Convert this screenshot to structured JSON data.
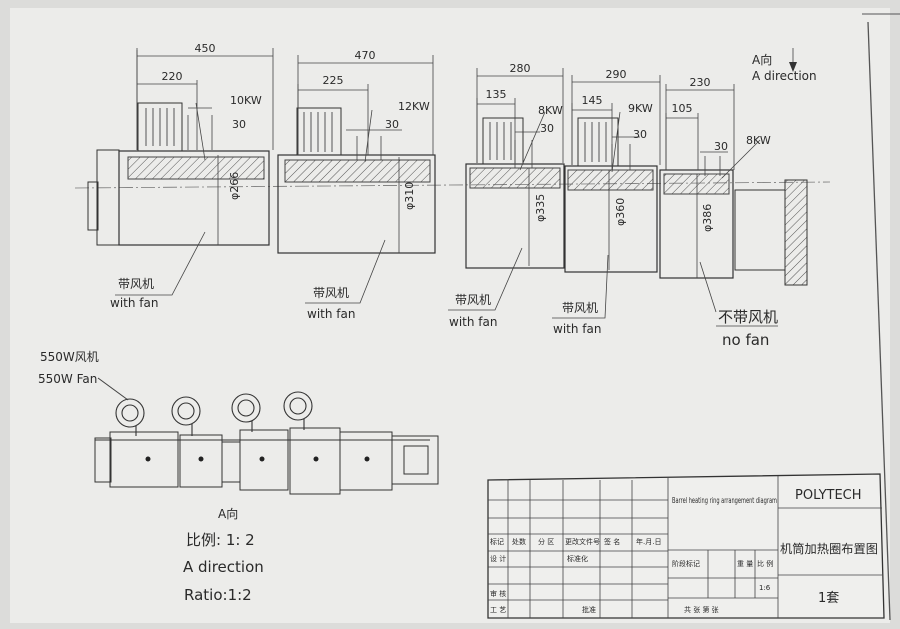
{
  "drawing": {
    "direction_marker": {
      "cn": "A向",
      "en": "A direction"
    },
    "heaters": [
      {
        "total": "450",
        "offset": "220",
        "power": "10KW",
        "gap": "30",
        "diameter": "φ266"
      },
      {
        "total": "470",
        "offset": "225",
        "power": "12KW",
        "gap": "30",
        "diameter": "φ310"
      },
      {
        "total": "280",
        "offset": "135",
        "power": "8KW",
        "gap": "30",
        "diameter": "φ335"
      },
      {
        "total": "290",
        "offset": "145",
        "power": "9KW",
        "gap": "30",
        "diameter": "φ360"
      },
      {
        "total": "230",
        "offset": "105",
        "power": "8KW",
        "gap": "30",
        "diameter": "φ386"
      }
    ],
    "fan_labels": [
      {
        "cn": "带风机",
        "en": "with fan"
      },
      {
        "cn": "带风机",
        "en": "with fan"
      },
      {
        "cn": "带风机",
        "en": "with fan"
      },
      {
        "cn": "带风机",
        "en": "with fan"
      },
      {
        "cn": "不带风机",
        "en": "no fan"
      }
    ],
    "fan_callout": {
      "cn": "550W风机",
      "en": "550W Fan"
    },
    "view_label": {
      "cn": "A向",
      "ratio_cn": "比例: 1: 2",
      "en": "A direction",
      "ratio_en": "Ratio:1:2"
    }
  },
  "title_block": {
    "company": "POLYTECH",
    "title_en": "Barrel heating ring arrangement diagram",
    "title_cn": "机筒加热圈布置图",
    "quantity": "1套",
    "row_labels": [
      "标记",
      "处数",
      "分 区",
      "更改文件号",
      "签 名",
      "年.月.日"
    ],
    "design": "设 计",
    "std_check": "标准化",
    "check": "审 核",
    "process": "工 艺",
    "approve": "批准",
    "stage_mark": "阶段标记",
    "weight": "重 量",
    "scale": "比 例",
    "scale_value": "1:6",
    "sheet_count": "共   张 第   张"
  }
}
